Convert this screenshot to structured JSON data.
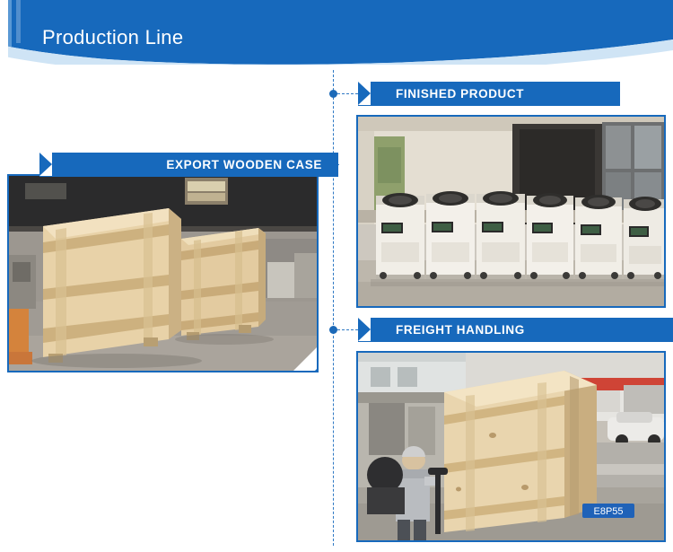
{
  "header": {
    "title": "Production Line",
    "bg_color": "#1769bc",
    "accent_color": "#cfe4f5"
  },
  "theme": {
    "ribbon_color": "#1769bc",
    "dash_color": "#2f79c4",
    "dot_color": "#1b69b8",
    "frame_color": "#1769bc"
  },
  "panels": [
    {
      "id": "export-wooden-case",
      "label": "EXPORT WOODEN CASE",
      "side": "left",
      "caption_alt": "Large plywood export crates on a factory floor"
    },
    {
      "id": "finished-product",
      "label": "FINISHED PRODUCT",
      "side": "right",
      "caption_alt": "Row of finished white industrial air-cooled chiller units in a workshop"
    },
    {
      "id": "freight-handling",
      "label": "FREIGHT HANDLING",
      "side": "right",
      "caption_alt": "Worker loading a wooden crate into a container truck with a pallet jack"
    }
  ],
  "details": {
    "truck_plate": "E8P55"
  }
}
